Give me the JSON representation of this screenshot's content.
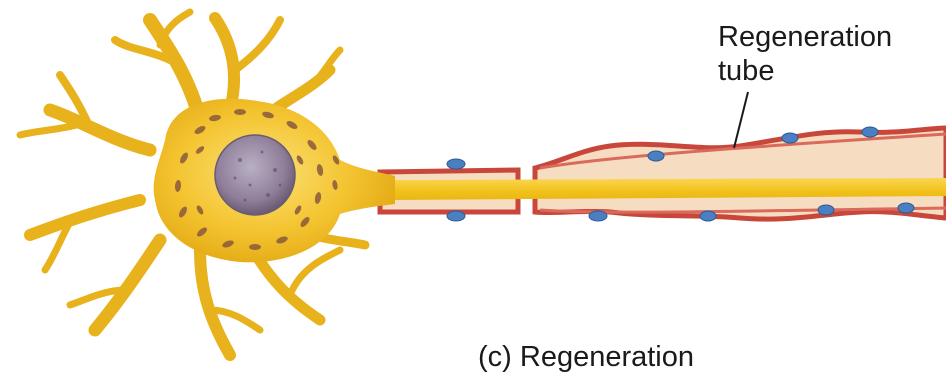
{
  "diagram": {
    "tube_label_line1": "Regeneration",
    "tube_label_line2": "tube",
    "caption": "(c) Regeneration",
    "colors": {
      "axon": "#f2c21b",
      "cell_body": "#f4c430",
      "nucleus": "#8f7f9a",
      "schwann_outline": "#c8473a",
      "schwann_fill": "#f6dcc0",
      "schwann_nucleus": "#4a7fc1",
      "granules": "#8a5a3c"
    }
  }
}
